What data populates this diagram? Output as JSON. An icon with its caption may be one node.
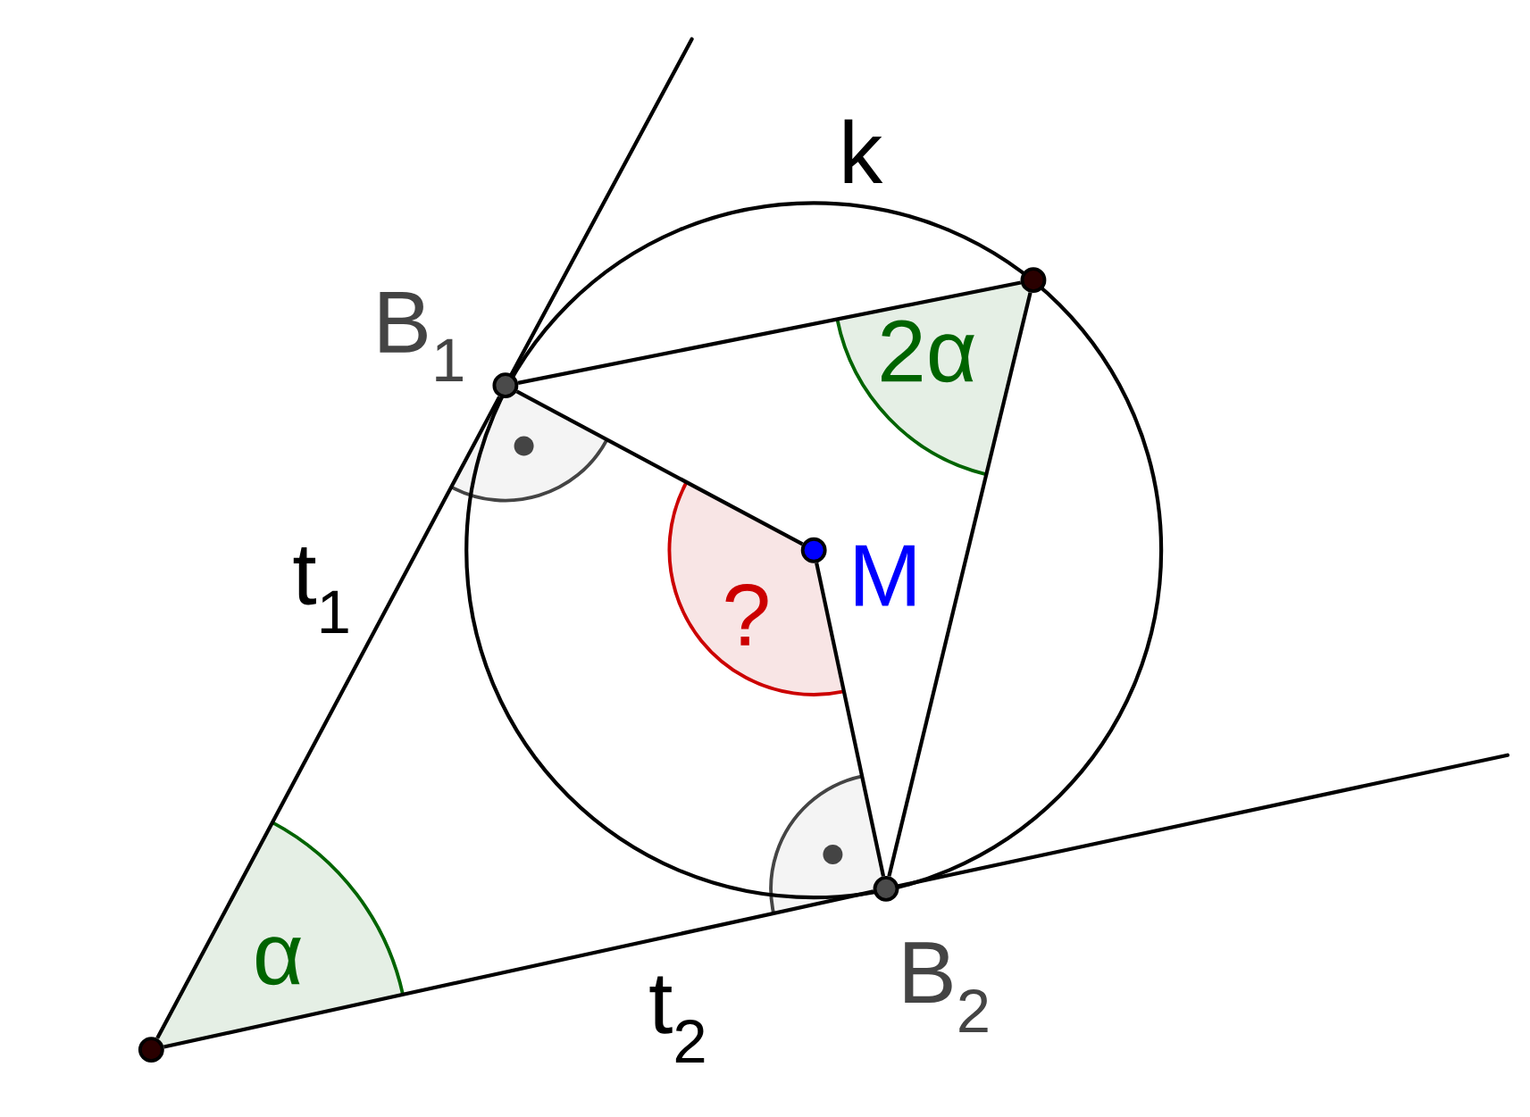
{
  "diagram": {
    "nodes": [
      {
        "text": [],
        "shape": "circle"
      },
      {
        "text": [],
        "shape": "circle",
        "beside": [
          "B$_{1}$"
        ]
      },
      {
        "text": [],
        "shape": "circle",
        "beside": [
          "B$_{2}$"
        ]
      },
      {
        "text": [],
        "shape": "circle",
        "beside": [
          "M"
        ]
      },
      {
        "text": [],
        "shape": "circle"
      }
    ],
    "edges": [
      {
        "from": 0,
        "to": 1,
        "arrow": "none"
      },
      {
        "from": 0,
        "to": 2,
        "arrow": "none"
      },
      {
        "from": 1,
        "to": 4,
        "arrow": "none"
      },
      {
        "from": 4,
        "to": 2,
        "arrow": "none"
      },
      {
        "from": 1,
        "to": 3,
        "arrow": "none"
      },
      {
        "from": 3,
        "to": 2,
        "arrow": "none"
      }
    ],
    "labels": [
      "k",
      "2α",
      "t$_{1}$",
      "?",
      "α",
      "t$_{2}$"
    ]
  }
}
